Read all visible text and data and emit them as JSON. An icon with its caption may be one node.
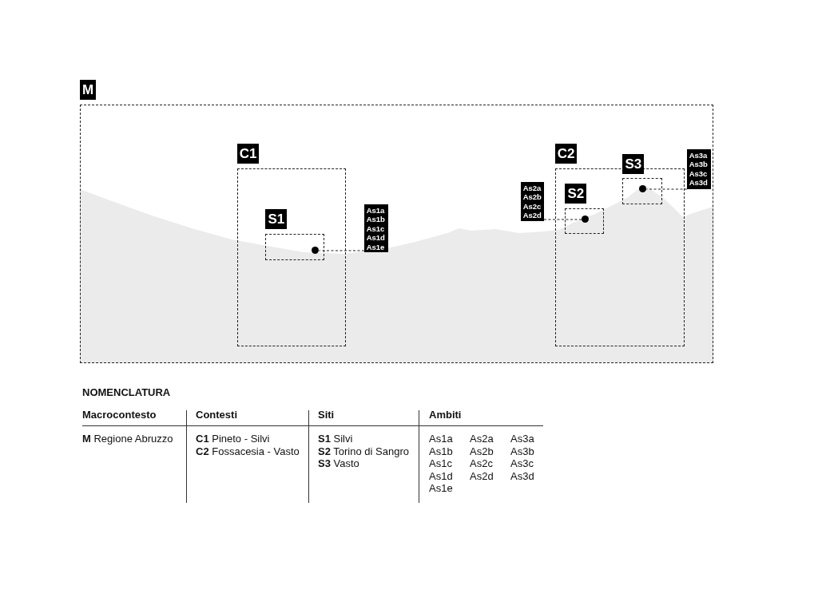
{
  "diagram": {
    "nodes": [
      {
        "text": [
          "M"
        ]
      },
      {
        "text": [
          "C1"
        ],
        "in": 0
      },
      {
        "text": [
          "S1"
        ],
        "in": 1
      },
      {
        "text": [],
        "shape": "circle",
        "in": 2
      },
      {
        "text": [
          "As1a",
          "As1b",
          "As1c",
          "As1d",
          "As1e"
        ],
        "in": 0
      },
      {
        "text": [
          "C2"
        ],
        "in": 0
      },
      {
        "text": [
          "S2"
        ],
        "in": 5
      },
      {
        "text": [],
        "shape": "circle",
        "in": 6
      },
      {
        "text": [
          "As2a",
          "As2b",
          "As2c",
          "As2d"
        ],
        "in": 0
      },
      {
        "text": [
          "S3"
        ],
        "in": 5
      },
      {
        "text": [],
        "shape": "circle",
        "in": 9
      },
      {
        "text": [
          "As3a",
          "As3b",
          "As3c",
          "As3d"
        ],
        "in": 0
      }
    ],
    "edges": [
      {
        "from": 4,
        "to": 3,
        "arrow": "none",
        "style": "dashed"
      },
      {
        "from": 8,
        "to": 7,
        "arrow": "none",
        "style": "dashed"
      },
      {
        "from": 11,
        "to": 10,
        "arrow": "none",
        "style": "dashed"
      }
    ],
    "labels": [
      "NOMENCLATURA",
      "Macrocontesto",
      "Contesti",
      "Siti",
      "Ambiti",
      "**M** Regione Abruzzo",
      "**C1** Pineto - Silvi",
      "**C2** Fossacesia - Vasto",
      "**S1** Silvi",
      "**S2** Torino di Sangro",
      "**S3** Vasto",
      "As1a",
      "As1b",
      "As1c",
      "As1d",
      "As1e",
      "As2a",
      "As2b",
      "As2c",
      "As2d",
      "As3a",
      "As3b",
      "As3c",
      "As3d"
    ]
  }
}
